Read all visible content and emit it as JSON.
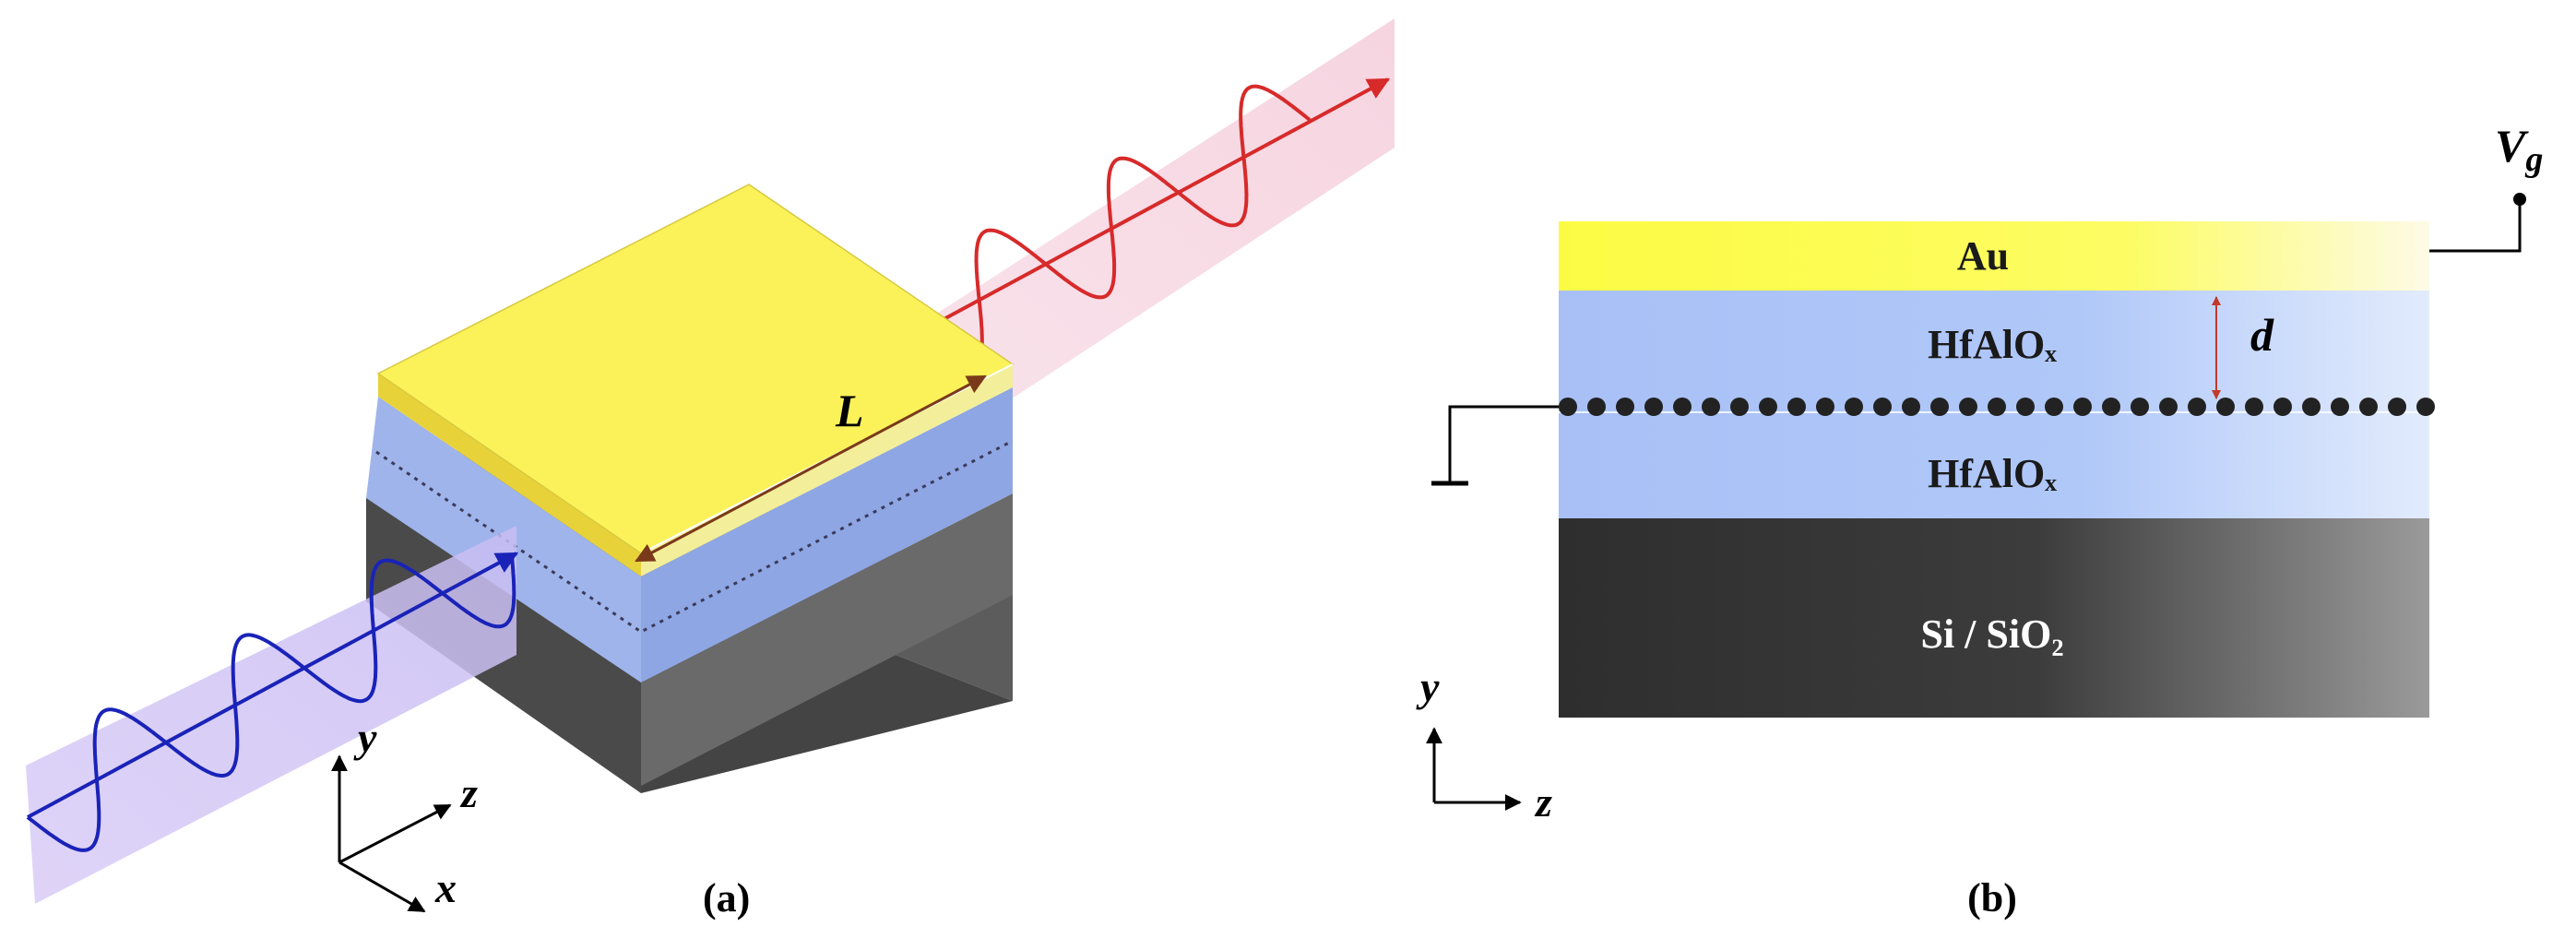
{
  "panel_a": {
    "caption": "(a)",
    "length_label": "L",
    "axes": {
      "x": "x",
      "y": "y",
      "z": "z"
    }
  },
  "panel_b": {
    "caption": "(b)",
    "layers": {
      "gate": "Au",
      "top_dielectric": "HfAlOₓ",
      "bottom_dielectric": "HfAlOₓ",
      "substrate": "Si / SiO₂"
    },
    "distance_label": "d",
    "gate_voltage": {
      "symbol": "V",
      "subscript": "g"
    },
    "axes": {
      "y": "y",
      "z": "z"
    }
  },
  "colors": {
    "gold": "#fdfc5a",
    "dielectric": "#a9c2f7",
    "substrate": "#333333",
    "input_wave": "#1a23b8",
    "output_wave": "#d72a2a",
    "length_arrow": "#7a3a1a"
  }
}
